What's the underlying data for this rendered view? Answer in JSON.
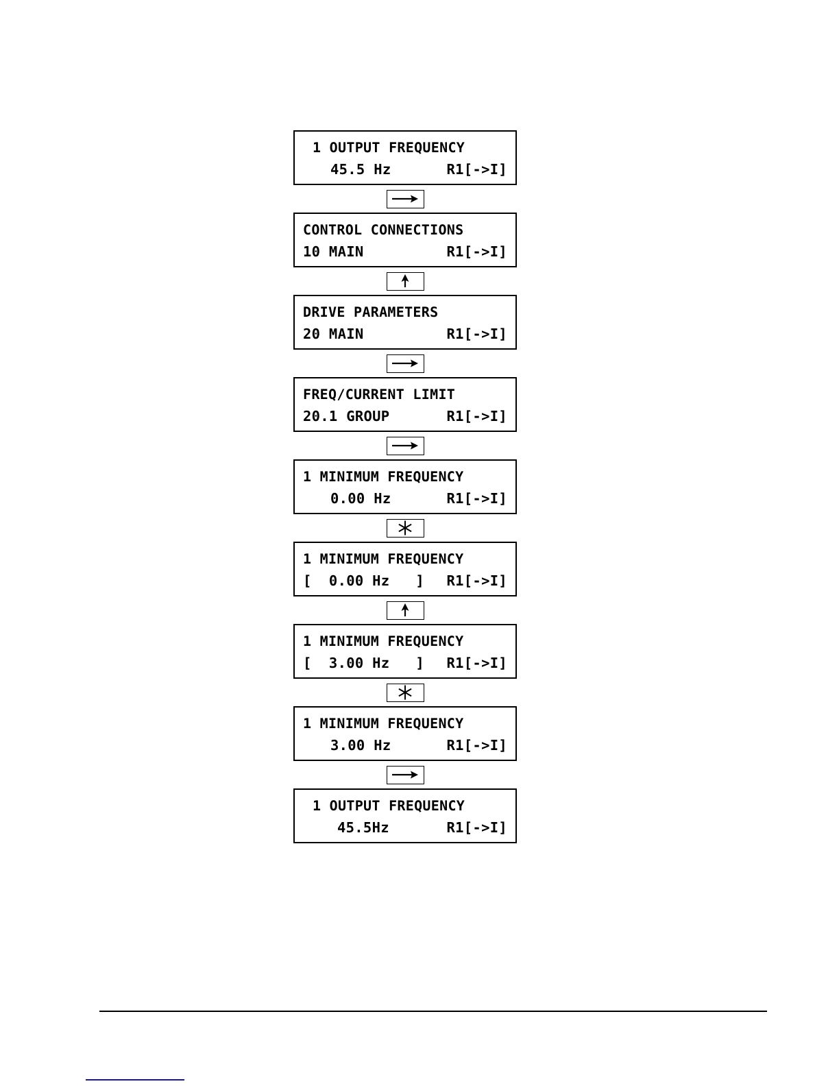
{
  "document": {
    "type": "control-panel-navigation-sequence",
    "footer_rule_visible": true,
    "footer_link_underline_visible": true,
    "colors": {
      "ink": "#000000",
      "paper": "#ffffff",
      "link": "#1a1a7e"
    }
  },
  "steps": [
    {
      "id": "step-1",
      "screen": {
        "line1": "1 OUTPUT FREQUENCY",
        "value": "45.5 Hz",
        "mode": "R1[->I]",
        "align": "indent"
      },
      "key_after": {
        "icon": "right-arrow-icon",
        "label": "right-arrow-key"
      }
    },
    {
      "id": "step-2",
      "screen": {
        "line1": "CONTROL CONNECTIONS",
        "value": "10 MAIN",
        "mode": "R1[->I]",
        "align": "left"
      },
      "key_after": {
        "icon": "up-arrow-icon",
        "label": "up-arrow-key"
      }
    },
    {
      "id": "step-3",
      "screen": {
        "line1": "DRIVE PARAMETERS",
        "value": "20 MAIN",
        "mode": "R1[->I]",
        "align": "left"
      },
      "key_after": {
        "icon": "right-arrow-icon",
        "label": "right-arrow-key"
      }
    },
    {
      "id": "step-4",
      "screen": {
        "line1": "FREQ/CURRENT LIMIT",
        "value": "20.1 GROUP",
        "mode": "R1[->I]",
        "align": "left"
      },
      "key_after": {
        "icon": "right-arrow-icon",
        "label": "right-arrow-key"
      }
    },
    {
      "id": "step-5",
      "screen": {
        "line1": "1 MINIMUM FREQUENCY",
        "value": "0.00 Hz",
        "mode": "R1[->I]",
        "align": "indent"
      },
      "key_after": {
        "icon": "asterisk-enter-icon",
        "label": "enter-key"
      }
    },
    {
      "id": "step-6",
      "screen": {
        "line1": "1 MINIMUM FREQUENCY",
        "value": "[  0.00 Hz   ]",
        "mode": "R1[->I]",
        "align": "left"
      },
      "key_after": {
        "icon": "up-arrow-icon",
        "label": "up-arrow-key"
      }
    },
    {
      "id": "step-7",
      "screen": {
        "line1": "1 MINIMUM FREQUENCY",
        "value": "[  3.00 Hz   ]",
        "mode": "R1[->I]",
        "align": "left"
      },
      "key_after": {
        "icon": "asterisk-enter-icon",
        "label": "enter-key"
      }
    },
    {
      "id": "step-8",
      "screen": {
        "line1": "1 MINIMUM FREQUENCY",
        "value": "3.00 Hz",
        "mode": "R1[->I]",
        "align": "indent"
      },
      "key_after": {
        "icon": "right-arrow-icon",
        "label": "right-arrow-key"
      }
    },
    {
      "id": "step-9",
      "screen": {
        "line1": "1 OUTPUT FREQUENCY",
        "value": "45.5Hz",
        "mode": "R1[->I]",
        "align": "indent"
      },
      "key_after": null
    }
  ]
}
